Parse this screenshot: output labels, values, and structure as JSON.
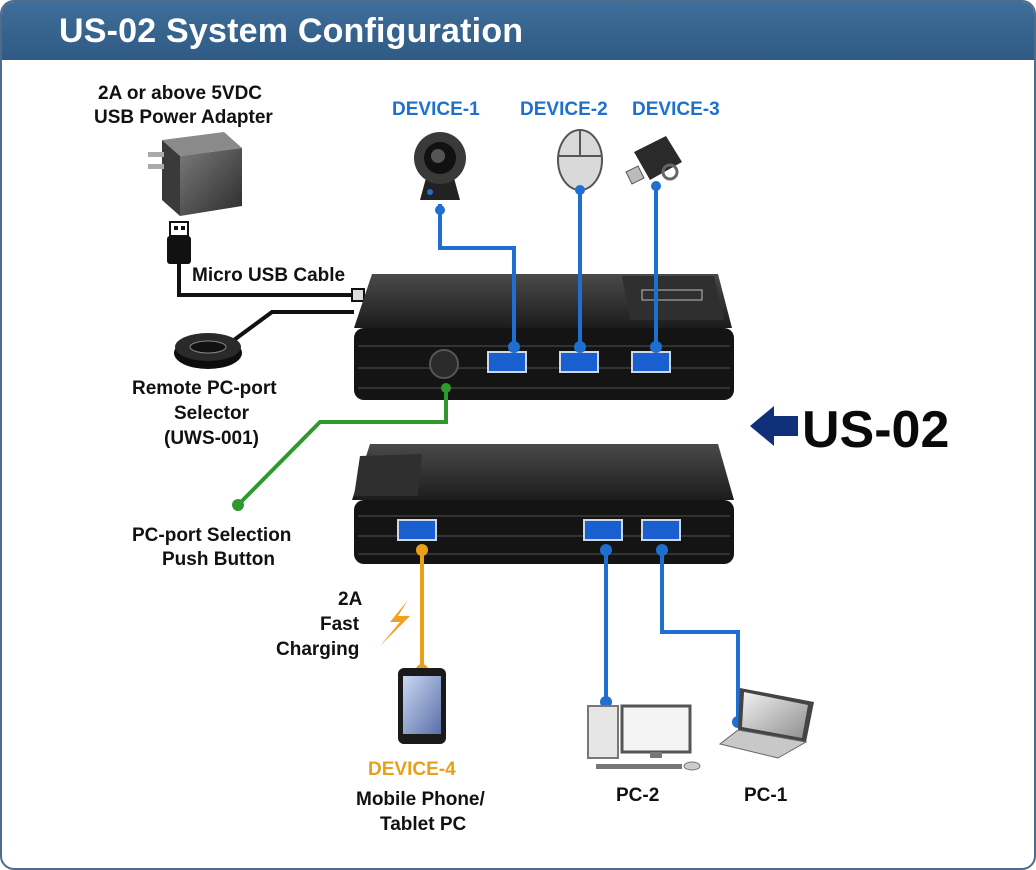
{
  "header": {
    "title": "US-02 System Configuration"
  },
  "labels": {
    "power_adapter_line1": "2A or above 5VDC",
    "power_adapter_line2": "USB Power Adapter",
    "micro_usb_cable": "Micro USB Cable",
    "remote_line1": "Remote PC-port",
    "remote_line2": "Selector",
    "remote_line3": "(UWS-001)",
    "push_line1": "PC-port Selection",
    "push_line2": "Push Button",
    "charging_line1": "2A",
    "charging_line2": "Fast",
    "charging_line3": "Charging",
    "device1": "DEVICE-1",
    "device2": "DEVICE-2",
    "device3": "DEVICE-3",
    "device4": "DEVICE-4",
    "mobile_line1": "Mobile Phone/",
    "mobile_line2": "Tablet PC",
    "pc2": "PC-2",
    "pc1": "PC-1",
    "model": "US-02"
  },
  "colors": {
    "header": "#336088",
    "device_link": "#1f6fd0",
    "push_button_link": "#2e9a2e",
    "charging_link": "#e8a01a",
    "arrow": "#10307a"
  }
}
